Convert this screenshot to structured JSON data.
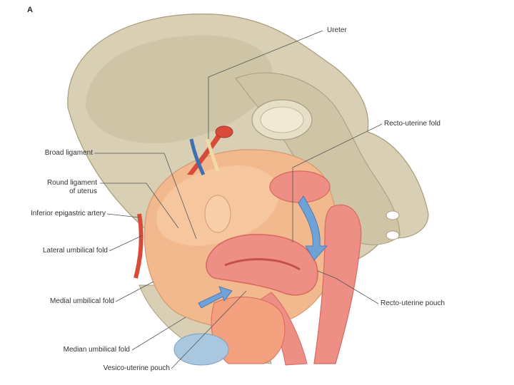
{
  "figure": {
    "panel_letter": "A",
    "labels": {
      "ureter": "Ureter",
      "recto_uterine_fold": "Recto-uterine fold",
      "broad_ligament": "Broad ligament",
      "round_ligament_line1": "Round ligament",
      "round_ligament_line2": "of uterus",
      "inferior_epigastric_artery": "Inferior epigastric artery",
      "lateral_umbilical_fold": "Lateral umbilical fold",
      "medial_umbilical_fold": "Medial umbilical fold",
      "recto_uterine_pouch": "Recto-uterine pouch",
      "median_umbilical_fold": "Median umbilical fold",
      "vesico_uterine_pouch": "Vesico-uterine pouch"
    },
    "colors": {
      "bone": "#d8cfb4",
      "bone_shade": "#b9ad8c",
      "peritoneum": "#f2b98e",
      "peritoneum_light": "#f8cfa8",
      "uterus": "#ee8f86",
      "uterus_dark": "#d9675f",
      "artery": "#d84b3a",
      "vein": "#3e6fb0",
      "ureter": "#f2d9a6",
      "arrow_blue": "#6fa3d8",
      "bladder": "#a9c7df",
      "leader": "#555555"
    }
  }
}
